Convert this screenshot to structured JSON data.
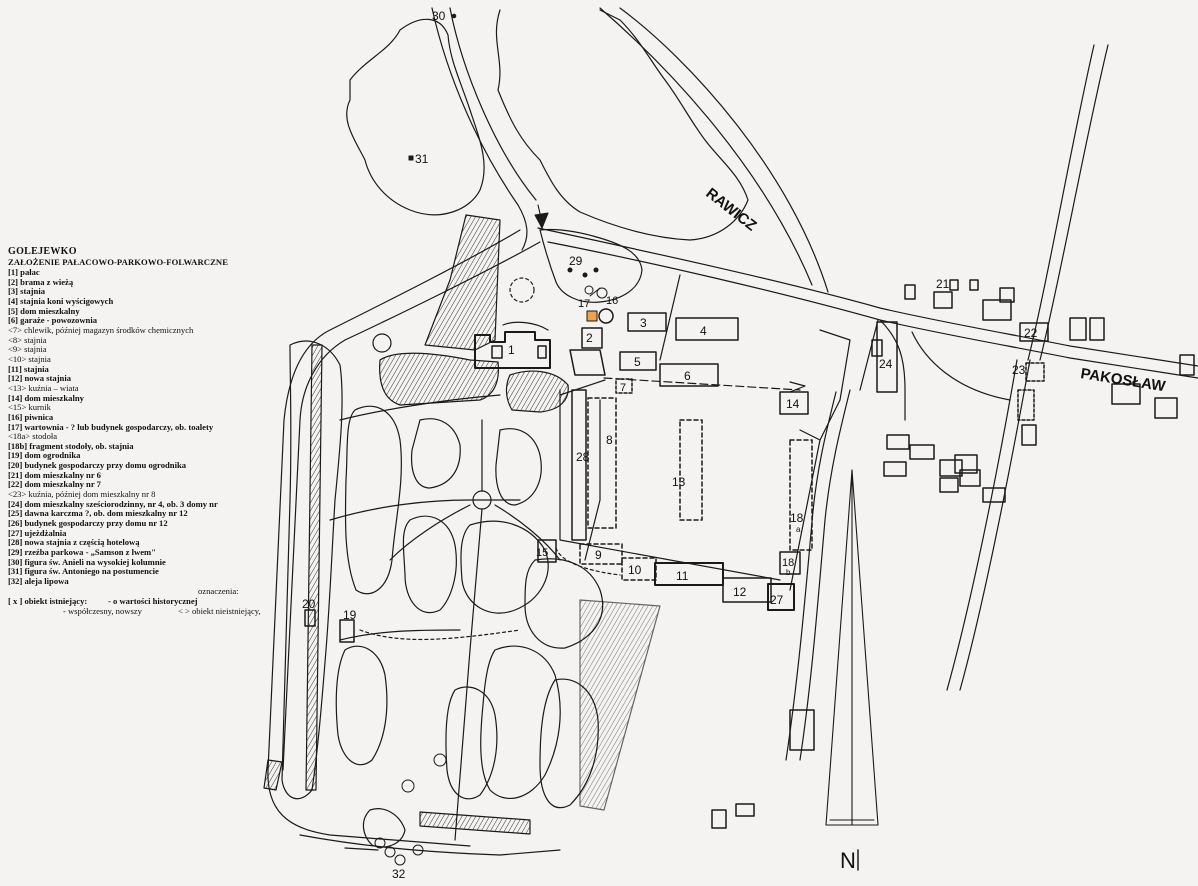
{
  "legend": {
    "title": "GOLEJEWKO",
    "subtitle": "ZAŁOŻENIE PAŁACOWO-PARKOWO-FOLWARCZNE",
    "items": [
      {
        "text": "[1] pałac",
        "bold": true
      },
      {
        "text": "[2] brama z wieżą",
        "bold": true
      },
      {
        "text": "[3] stajnia",
        "bold": true
      },
      {
        "text": "[4] stajnia koni wyścigowych",
        "bold": true
      },
      {
        "text": "[5] dom mieszkalny",
        "bold": true
      },
      {
        "text": "[6] garaże - powozownia",
        "bold": true
      },
      {
        "text": "<7> chlewik, później magazyn środków chemicznych",
        "bold": false
      },
      {
        "text": "<8> stajnia",
        "bold": false
      },
      {
        "text": "<9> stajnia",
        "bold": false
      },
      {
        "text": "<10> stajnia",
        "bold": false
      },
      {
        "text": "[11] stajnia",
        "bold": true
      },
      {
        "text": "[12] nowa stajnia",
        "bold": true
      },
      {
        "text": "<13> kuźnia – wiata",
        "bold": false
      },
      {
        "text": "[14] dom mieszkalny",
        "bold": true
      },
      {
        "text": "<15> kurnik",
        "bold": false
      },
      {
        "text": "[16] piwnica",
        "bold": true
      },
      {
        "text": "[17] wartownia - ? lub budynek gospodarczy, ob. toalety",
        "bold": true
      },
      {
        "text": "<18a> stodoła",
        "bold": false
      },
      {
        "text": "[18b] fragment stodoły, ob. stajnia",
        "bold": true
      },
      {
        "text": "[19] dom ogrodnika",
        "bold": true
      },
      {
        "text": "[20] budynek gospodarczy przy domu ogrodnika",
        "bold": true
      },
      {
        "text": "[21] dom mieszkalny nr 6",
        "bold": true
      },
      {
        "text": "[22] dom mieszkalny nr 7",
        "bold": true
      },
      {
        "text": "<23> kuźnia, później dom mieszkalny nr 8",
        "bold": false
      },
      {
        "text": "[24] dom mieszkalny sześciorodzinny, nr 4, ob. 3 domy nr",
        "bold": true
      },
      {
        "text": "[25] dawna karczma ?, ob. dom mieszkalny nr 12",
        "bold": true
      },
      {
        "text": "[26] budynek gospodarczy przy domu nr 12",
        "bold": true
      },
      {
        "text": "[27] ujeżdżalnia",
        "bold": true
      },
      {
        "text": "[28] nowa stajnia z częścią hotelową",
        "bold": true
      },
      {
        "text": "[29] rzeźba parkowa - „Samson z lwem\"",
        "bold": true
      },
      {
        "text": "[30] figura św. Anieli na wysokiej kolumnie",
        "bold": true
      },
      {
        "text": "[31] figura św. Antoniego na postumencie",
        "bold": true
      },
      {
        "text": "[32] aleja lipowa",
        "bold": true
      }
    ],
    "key_label": "oznaczenia:",
    "key_existing": "[ x ] obiekt istniejący:",
    "key_historic": "- o wartości historycznej",
    "key_modern": "- współczesny, nowszy",
    "key_nonexisting": "< > obiekt nieistniejący,"
  },
  "map": {
    "road_labels": {
      "rawicz": "RAWICZ",
      "pakoslaw": "PAKOSŁAW"
    },
    "north_label": "N",
    "building_numbers": {
      "b1": "1",
      "b2": "2",
      "b3": "3",
      "b4": "4",
      "b5": "5",
      "b6": "6",
      "b7": "7",
      "b8": "8",
      "b9": "9",
      "b10": "10",
      "b11": "11",
      "b12": "12",
      "b13": "13",
      "b14": "14",
      "b15": "15",
      "b16": "16",
      "b17": "17",
      "b18a": "18",
      "b18a_suffix": "a",
      "b18b": "18",
      "b18b_suffix": "b",
      "b19": "19",
      "b20": "20",
      "b21": "21",
      "b22": "22",
      "b23": "23",
      "b24": "24",
      "b27": "27",
      "b28": "28",
      "b29": "29",
      "b30": "30",
      "b31": "31",
      "b32": "32"
    },
    "colors": {
      "ink": "#1a1a1a",
      "paper": "#f4f3f1",
      "highlight_17": "#f0a24a"
    }
  }
}
